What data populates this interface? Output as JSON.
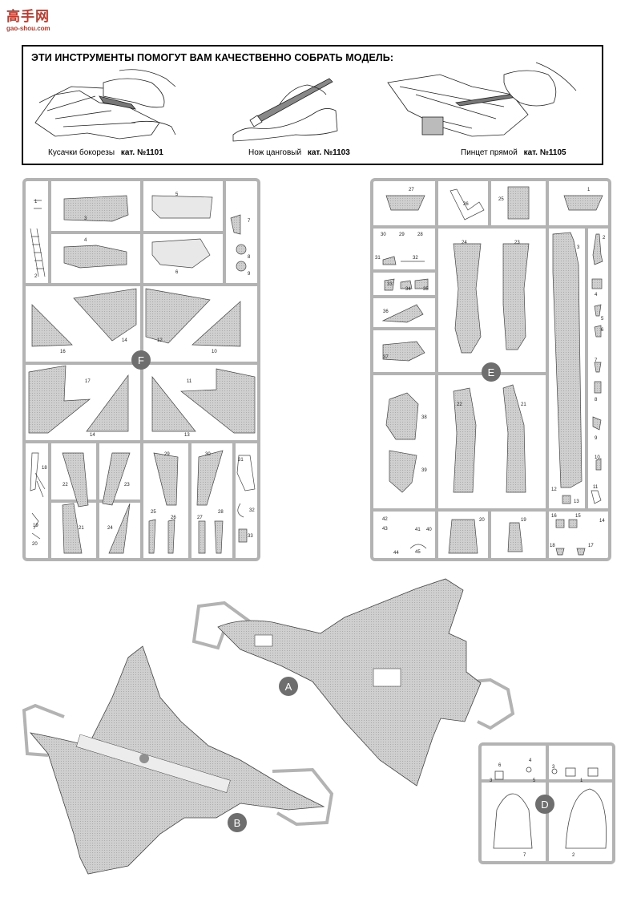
{
  "watermark": {
    "text": "高手网",
    "url": "gao-shou.com"
  },
  "tools": {
    "title": "ЭТИ ИНСТРУМЕНТЫ ПОМОГУТ ВАМ КАЧЕСТВЕННО СОБРАТЬ МОДЕЛЬ:",
    "items": [
      {
        "name": "Кусачки бокорезы",
        "cat": "кат. №1101"
      },
      {
        "name": "Нож цанговый",
        "cat": "кат. №1103"
      },
      {
        "name": "Пинцет прямой",
        "cat": "кат. №1105"
      }
    ]
  },
  "sprues": {
    "F": {
      "letter": "F",
      "labels": [
        "1",
        "2",
        "3",
        "4",
        "5",
        "6",
        "7",
        "8",
        "9",
        "10",
        "11",
        "12",
        "13",
        "14",
        "14",
        "16",
        "17",
        "18",
        "19",
        "20",
        "21",
        "22",
        "23",
        "24",
        "25",
        "26",
        "27",
        "28",
        "29",
        "30",
        "31",
        "32",
        "33"
      ]
    },
    "E": {
      "letter": "E",
      "labels": [
        "27",
        "26",
        "25",
        "1",
        "2",
        "3",
        "4",
        "5",
        "6",
        "7",
        "8",
        "9",
        "10",
        "11",
        "12",
        "13",
        "14",
        "15",
        "16",
        "17",
        "18",
        "19",
        "20",
        "21",
        "22",
        "23",
        "24",
        "28",
        "29",
        "30",
        "31",
        "32",
        "33",
        "34",
        "35",
        "36",
        "37",
        "38",
        "39",
        "40",
        "41",
        "42",
        "43",
        "44",
        "45"
      ]
    },
    "A": {
      "letter": "A"
    },
    "B": {
      "letter": "B"
    },
    "D": {
      "letter": "D",
      "labels": [
        "6",
        "4",
        "3",
        "5",
        "3",
        "1",
        "2",
        "7"
      ]
    }
  },
  "colors": {
    "sprue": "#b7b7b7",
    "part": "#c8c8c8",
    "badge": "#6e6e6e",
    "outline": "#444444"
  }
}
